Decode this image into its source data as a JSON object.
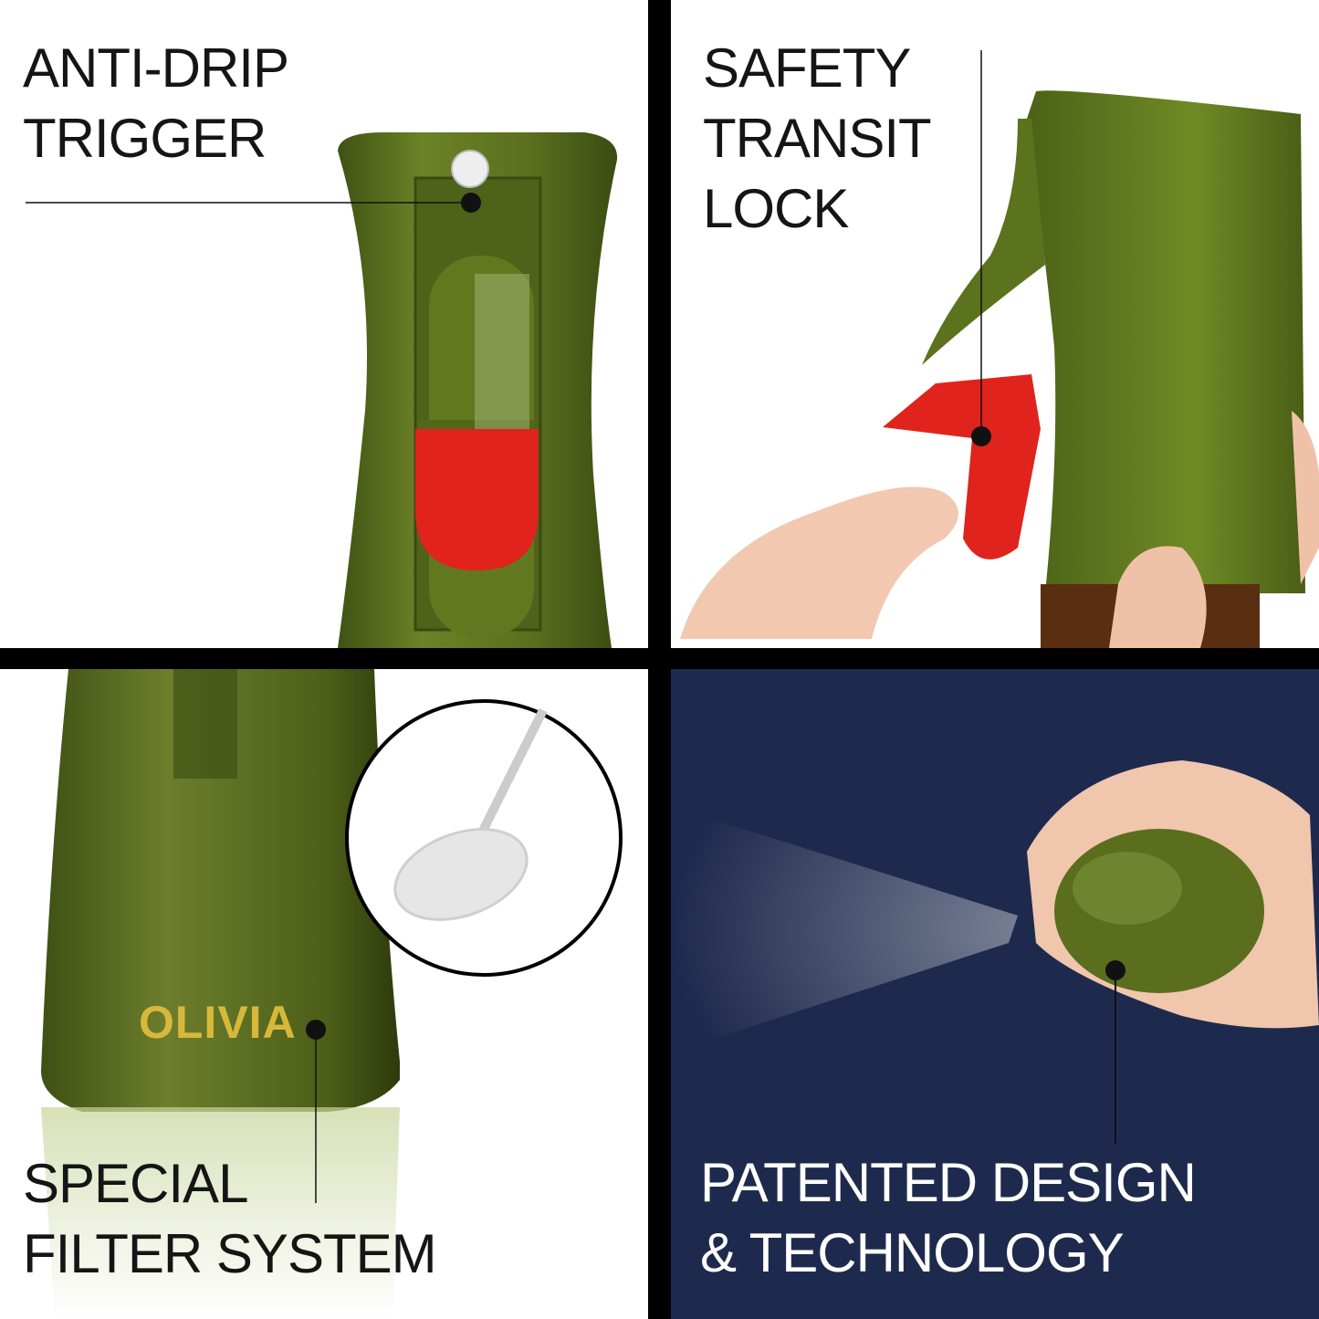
{
  "panels": [
    {
      "id": "anti-drip",
      "lines": [
        "ANTI-DRIP",
        "TRIGGER"
      ]
    },
    {
      "id": "safety-lock",
      "lines": [
        "SAFETY",
        "TRANSIT",
        "LOCK"
      ]
    },
    {
      "id": "filter",
      "lines": [
        "SPECIAL",
        "FILTER SYSTEM"
      ]
    },
    {
      "id": "patented",
      "lines": [
        "PATENTED DESIGN",
        "& TECHNOLOGY"
      ]
    }
  ],
  "brand": "OLIVIA",
  "colors": {
    "bottle_green": "#5a6e1e",
    "lock_red": "#e0231c",
    "navy": "#1e2a4d",
    "divider": "#000000",
    "brand_gold": "#d8b83a"
  }
}
